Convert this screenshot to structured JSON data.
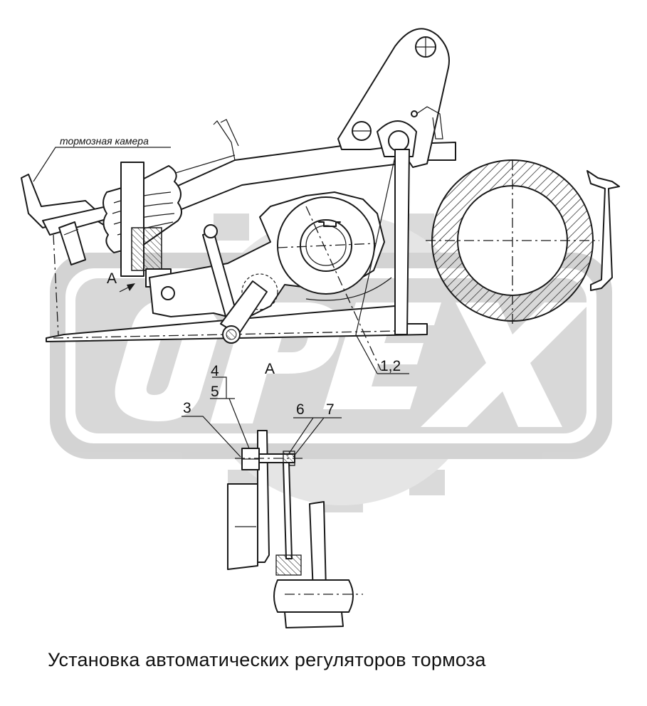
{
  "caption": "Установка автоматических регуляторов тормоза",
  "labels": {
    "brake_chamber": "тормозная камера",
    "view_arrow": "А",
    "section_view": "А",
    "callout_1_2": "1,2",
    "callout_3": "3",
    "callout_4": "4",
    "callout_5": "5",
    "callout_6": "6",
    "callout_7": "7"
  },
  "watermark": {
    "text": "OPEX",
    "color": "#cfcfcf"
  },
  "colors": {
    "ink": "#1a1a1a",
    "background": "#ffffff",
    "watermark": "#cfcfcf"
  }
}
